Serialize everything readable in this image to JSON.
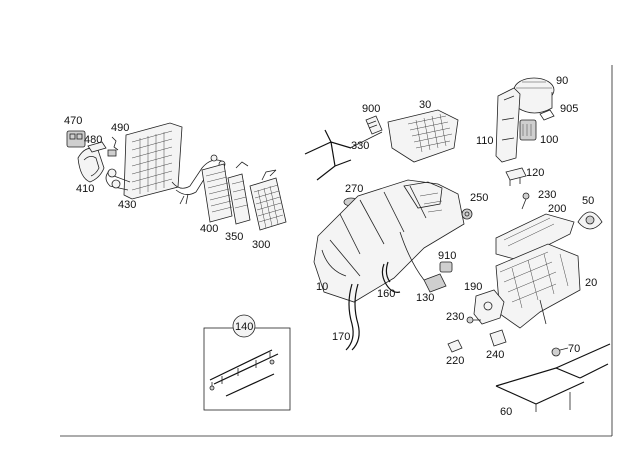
{
  "labels": {
    "l10": "10",
    "l20": "20",
    "l30": "30",
    "l50": "50",
    "l60": "60",
    "l70": "70",
    "l90": "90",
    "l100": "100",
    "l110": "110",
    "l120": "120",
    "l130": "130",
    "l140": "140",
    "l160": "160",
    "l170": "170",
    "l190": "190",
    "l200": "200",
    "l220": "220",
    "l230a": "230",
    "l230b": "230",
    "l240": "240",
    "l250": "250",
    "l270": "270",
    "l300": "300",
    "l330": "330",
    "l350": "350",
    "l400": "400",
    "l410": "410",
    "l430": "430",
    "l470": "470",
    "l480": "480",
    "l490": "490",
    "l900": "900",
    "l905": "905",
    "l910": "910"
  }
}
